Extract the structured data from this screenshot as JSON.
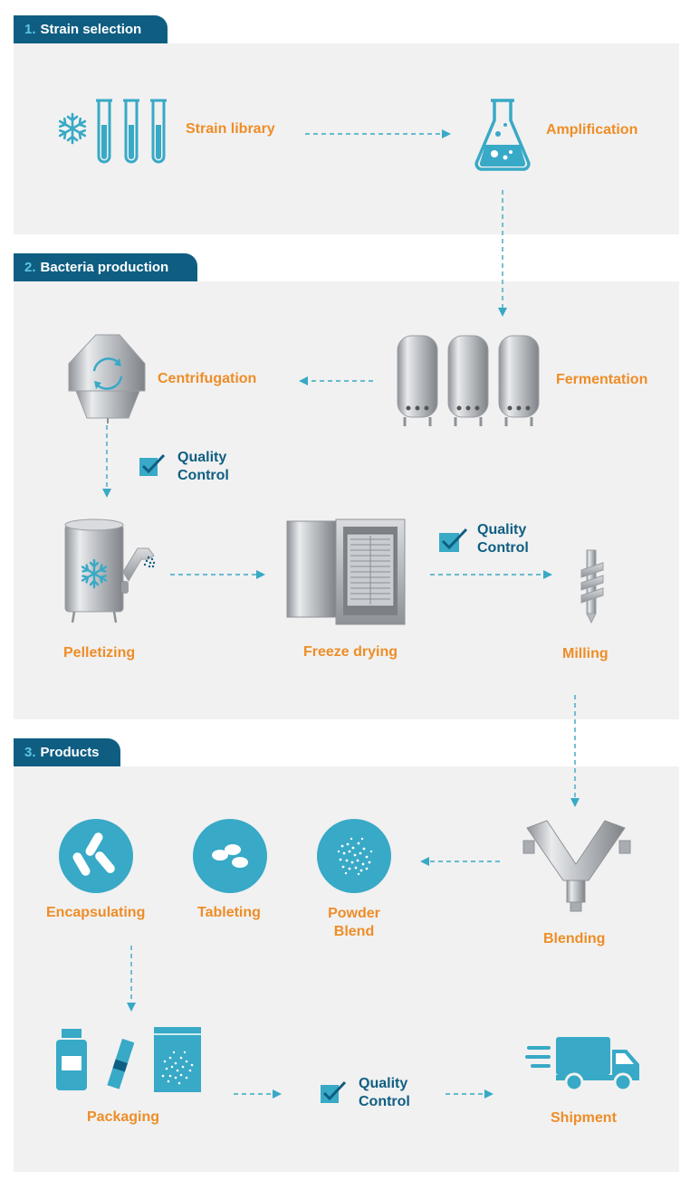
{
  "sections": [
    {
      "number": "1.",
      "title": "Strain selection"
    },
    {
      "number": "2.",
      "title": "Bacteria production"
    },
    {
      "number": "3.",
      "title": "Products"
    }
  ],
  "steps": {
    "strain_library": "Strain library",
    "amplification": "Amplification",
    "centrifugation": "Centrifugation",
    "fermentation": "Fermentation",
    "pelletizing": "Pelletizing",
    "freeze_drying": "Freeze drying",
    "milling": "Milling",
    "encapsulating": "Encapsulating",
    "tableting": "Tableting",
    "powder_blend_line1": "Powder",
    "powder_blend_line2": "Blend",
    "blending": "Blending",
    "packaging": "Packaging",
    "shipment": "Shipment"
  },
  "quality_control": {
    "line1": "Quality",
    "line2": "Control"
  },
  "colors": {
    "orange": "#ee8d27",
    "navy": "#0f5e82",
    "teal": "#38a9c6",
    "light_blue": "#5cc6e0",
    "panel": "#f1f1f1"
  }
}
